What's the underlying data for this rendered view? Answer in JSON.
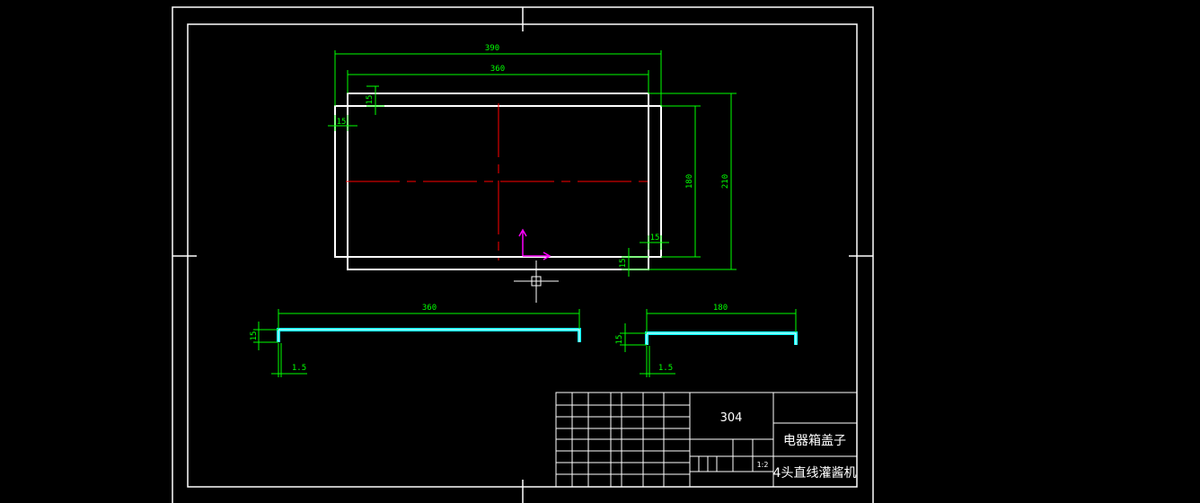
{
  "drawing": {
    "top_view": {
      "dim_outer_width": "390",
      "dim_inner_width": "360",
      "dim_inner_height": "180",
      "dim_outer_height": "210",
      "dim_flange_top": "15",
      "dim_flange_left": "15",
      "dim_flange_right": "15",
      "dim_flange_bottom": "15"
    },
    "section_long": {
      "dim_length": "360",
      "dim_height": "15",
      "dim_thickness": "1.5"
    },
    "section_short": {
      "dim_length": "180",
      "dim_height": "15",
      "dim_thickness": "1.5"
    },
    "title_block": {
      "material": "304",
      "part_name": "电器箱盖子",
      "project_name": "4头直线灌酱机",
      "scale": "1:2"
    }
  },
  "colors": {
    "background": "#000000",
    "outline": "#ffffff",
    "dimension": "#00ff00",
    "centerline": "#ff0000",
    "section_fill": "#00ffff",
    "ucs_icon": "#ff00ff"
  },
  "icons": [
    "crosshair-cursor-icon",
    "ucs-axis-icon"
  ]
}
